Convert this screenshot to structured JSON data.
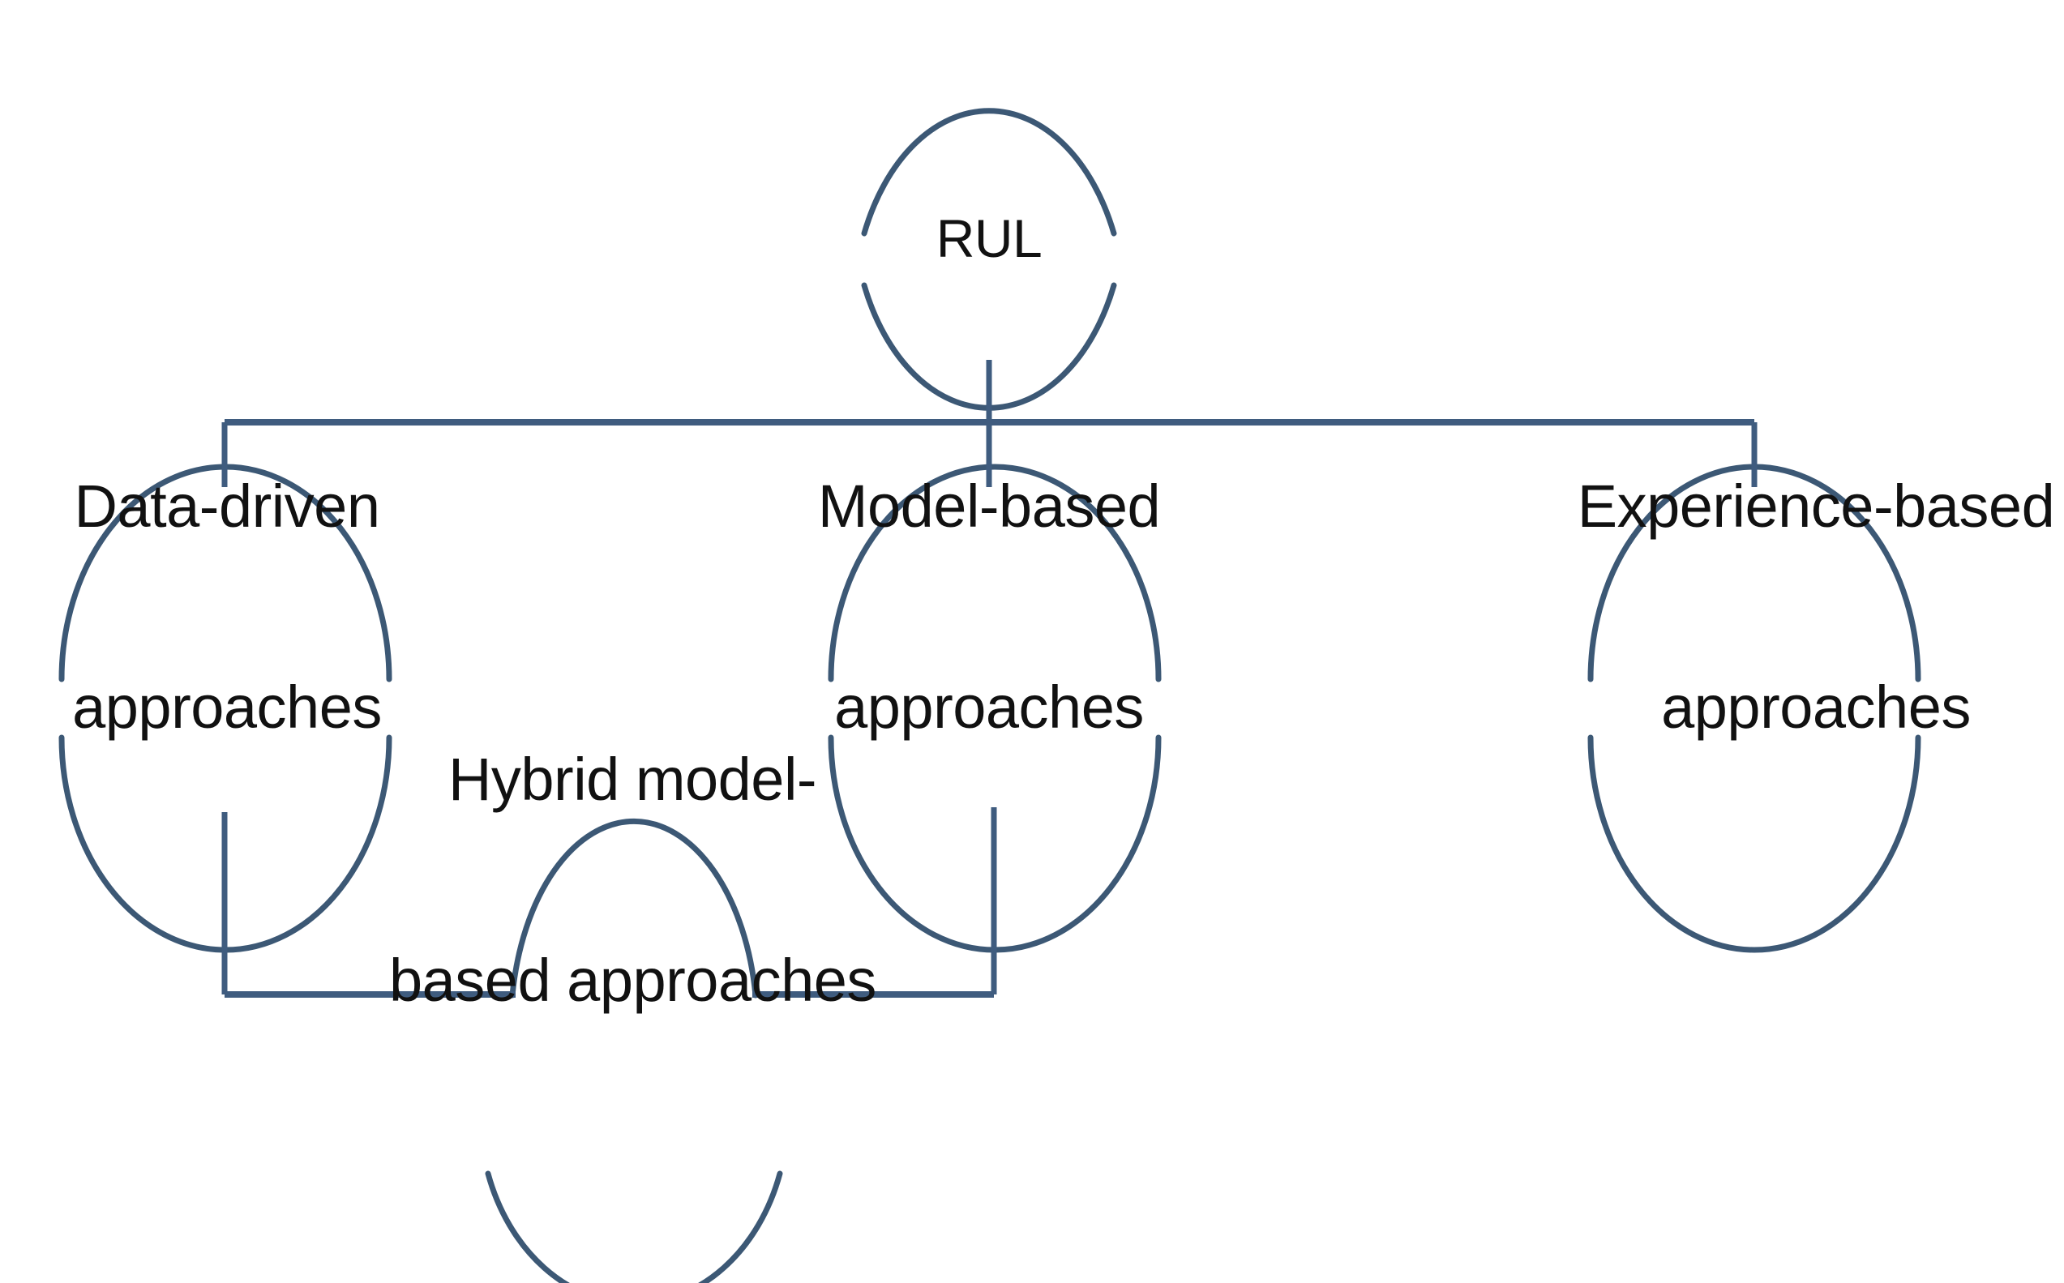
{
  "diagram": {
    "type": "tree-hierarchy",
    "title": "RUL prediction approaches taxonomy",
    "stroke_color": "#3F5C7F",
    "arc_color": "#3C5875",
    "text_color": "#111111",
    "background_color": "#FFFFFF",
    "nodes": [
      {
        "id": "rul",
        "label": "RUL",
        "lines": [
          "RUL"
        ],
        "level": 0,
        "shape": "open-ellipse-top-bottom-arcs"
      },
      {
        "id": "data-driven",
        "label": "Data-driven approaches",
        "lines": [
          "Data-driven",
          "approaches"
        ],
        "level": 1,
        "shape": "open-ellipse-top-bottom-arcs"
      },
      {
        "id": "model-based",
        "label": "Model-based approaches",
        "lines": [
          "Model-based",
          "approaches"
        ],
        "level": 1,
        "shape": "open-ellipse-top-bottom-arcs"
      },
      {
        "id": "experience-based",
        "label": "Experience-based approaches",
        "lines": [
          "Experience-based",
          "approaches"
        ],
        "level": 1,
        "shape": "open-ellipse-top-bottom-arcs"
      },
      {
        "id": "hybrid-model-based",
        "label": "Hybrid model-based approaches",
        "lines": [
          "Hybrid model-",
          "based approaches"
        ],
        "level": 2,
        "shape": "open-ellipse-top-bottom-arcs"
      }
    ],
    "edges": [
      {
        "from": "rul",
        "to": "data-driven",
        "style": "orthogonal"
      },
      {
        "from": "rul",
        "to": "model-based",
        "style": "orthogonal"
      },
      {
        "from": "rul",
        "to": "experience-based",
        "style": "orthogonal"
      },
      {
        "from": "data-driven",
        "to": "hybrid-model-based",
        "style": "orthogonal"
      },
      {
        "from": "model-based",
        "to": "hybrid-model-based",
        "style": "orthogonal"
      }
    ]
  },
  "labels": {
    "rul": "RUL",
    "data_driven_line1": "Data-driven",
    "data_driven_line2": "approaches",
    "model_based_line1": "Model-based",
    "model_based_line2": "approaches",
    "experience_based_line1": "Experience-based",
    "experience_based_line2": "approaches",
    "hybrid_line1": "Hybrid model-",
    "hybrid_line2": "based approaches"
  }
}
